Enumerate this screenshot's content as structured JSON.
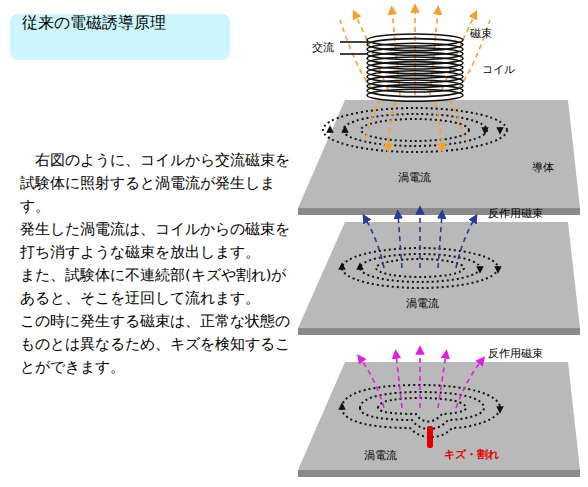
{
  "diagram": {
    "title": "従来の電磁誘導原理",
    "labels": [
      "　右図のように、コイルから交流磁束を試験体に照射すると渦電流が発生します。",
      "発生した渦電流は、コイルからの磁束を打ち消すような磁束を放出します。",
      "また、試験体に不連続部(キズや割れ)があると、そこを迂回して流れます。",
      "この時に発生する磁束は、正常な状態のものとは異なるため、キズを検知することができます。",
      "交流",
      "磁束",
      "コイル",
      "導体",
      "渦電流",
      "反作用磁束",
      "渦電流",
      "反作用磁束",
      "渦電流",
      "キズ・割れ"
    ]
  }
}
